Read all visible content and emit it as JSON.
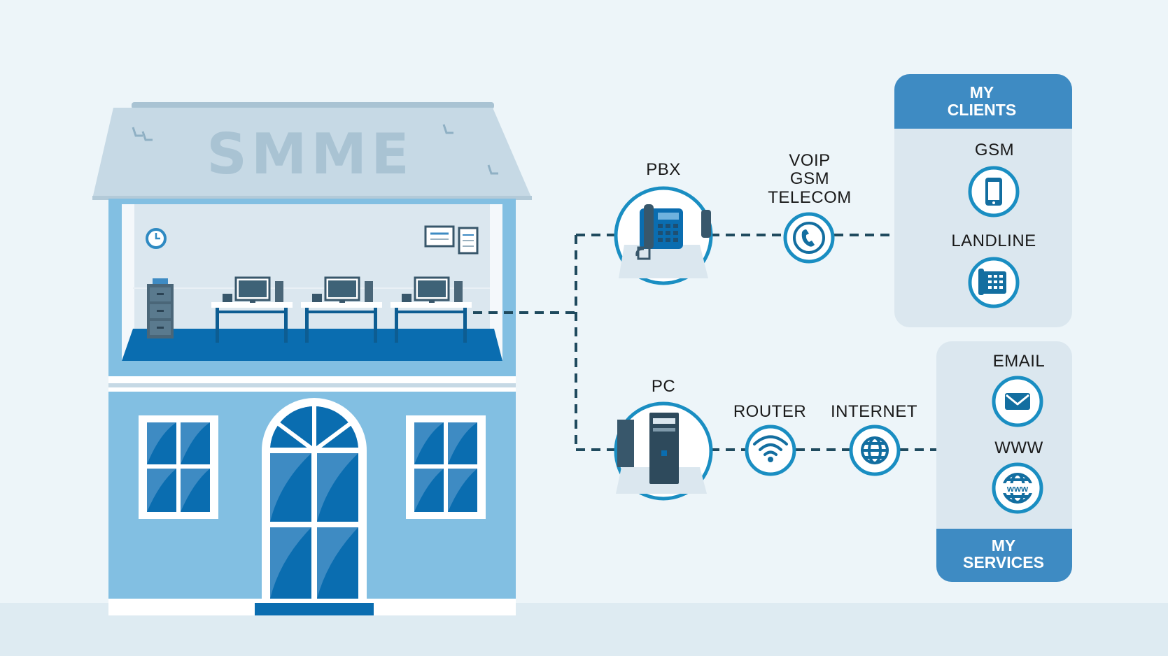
{
  "building": {
    "sign": "SMME"
  },
  "nodes": {
    "pbx": "PBX",
    "voip": [
      "VOIP",
      "GSM",
      "TELECOM"
    ],
    "pc": "PC",
    "router": "ROUTER",
    "internet": "INTERNET"
  },
  "clients": {
    "title": [
      "MY",
      "CLIENTS"
    ],
    "gsm": "GSM",
    "landline": "LANDLINE"
  },
  "services": {
    "title": [
      "MY",
      "SERVICES"
    ],
    "email": "EMAIL",
    "www": "WWW",
    "www_badge": "www"
  },
  "colors": {
    "background": "#edf5f9",
    "building_blue": "#82bfe2",
    "accent_blue": "#3e8bc3",
    "floor_blue": "#0a6db0",
    "wire": "#1f4a5e",
    "ring": "#1a8ec2"
  }
}
